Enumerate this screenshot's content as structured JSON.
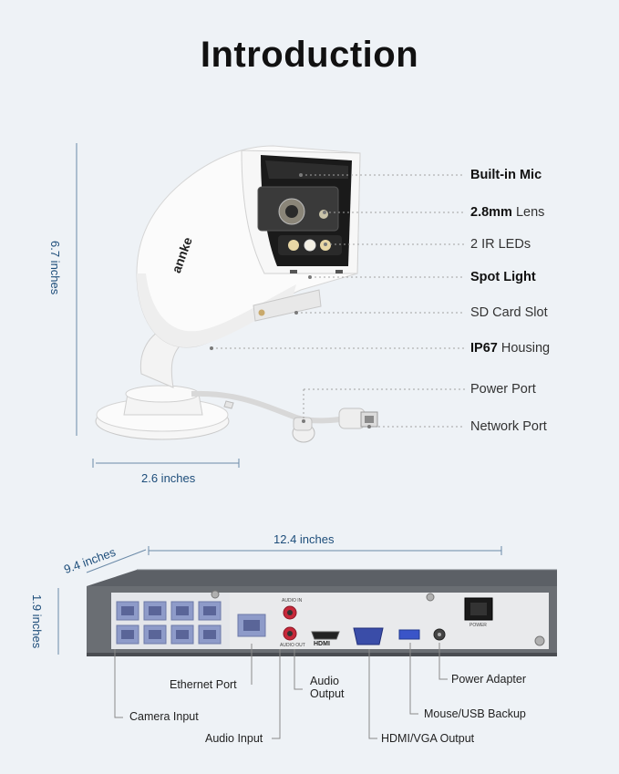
{
  "title": "Introduction",
  "camera": {
    "labels": [
      {
        "bold": "Built-in Mic",
        "rest": ""
      },
      {
        "bold": "2.8mm",
        "rest": " Lens"
      },
      {
        "bold": "",
        "rest": "2 IR LEDs"
      },
      {
        "bold": "Spot Light",
        "rest": ""
      },
      {
        "bold": "",
        "rest": "SD Card Slot"
      },
      {
        "bold": "IP67",
        "rest": " Housing"
      },
      {
        "bold": "",
        "rest": "Power Port"
      },
      {
        "bold": "",
        "rest": "Network Port"
      }
    ],
    "brand": "annke",
    "height": "6.7 inches",
    "width": "2.6 inches"
  },
  "nvr": {
    "width": "12.4 inches",
    "depth": "9.4 inches",
    "height": "1.9 inches",
    "labels": {
      "ethernet": "Ethernet Port",
      "camera_input": "Camera Input",
      "audio_input": "Audio Input",
      "audio_output_1": "Audio",
      "audio_output_2": "Output",
      "hdmi_vga": "HDMI/VGA Output",
      "mouse_usb": "Mouse/USB Backup",
      "power": "Power Adapter"
    },
    "port_text": {
      "hdmi": "HDMI",
      "audio_in": "AUDIO IN",
      "audio_out": "AUDIO OUT",
      "power_sw": "POWER"
    }
  },
  "colors": {
    "dim": "#1d4d7a",
    "case": "#6a6e73",
    "panel": "#e9eaec",
    "poe": "#8e9bc9"
  }
}
